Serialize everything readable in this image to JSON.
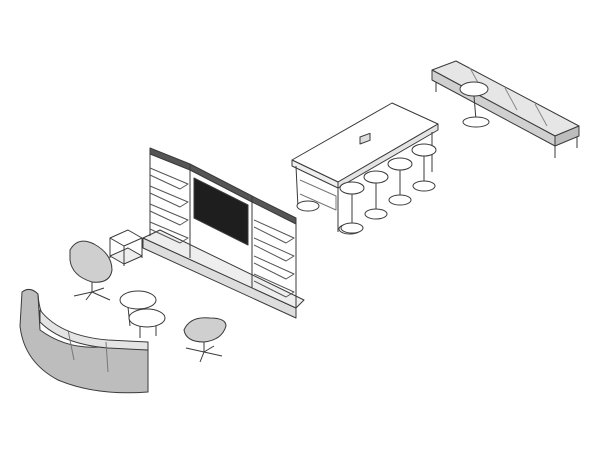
{
  "colors": {
    "background": "#ffffff",
    "line": "#3a3a3a",
    "fill_light": "#f2f2f2",
    "fill_mid": "#d9d9d9",
    "fill_dark": "#a8a8a8",
    "screen": "#1e1e1e"
  },
  "items": [
    "bench",
    "side-table",
    "high-table",
    "bar-stools",
    "shelving-wall",
    "display-screen",
    "cart",
    "lounge-chair",
    "swivel-chair",
    "coffee-tables",
    "curved-sofa"
  ]
}
